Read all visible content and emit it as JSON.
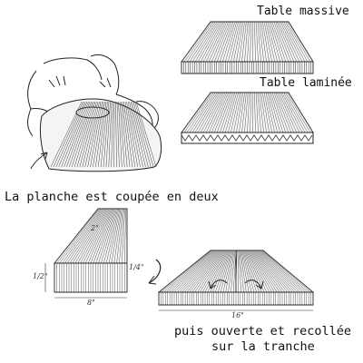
{
  "labels": {
    "table_massive": "Table massive",
    "table_laminee": "Table laminée",
    "planche_coupee": "La planche est coupée en deux",
    "ouverte_line1": "puis ouverte et recollée",
    "ouverte_line2": "sur la tranche"
  },
  "dimensions": {
    "width_left": "8\"",
    "height_left": "1/2\"",
    "height_mark": "1/4\"",
    "length_left": "2\"",
    "width_right": "16\""
  },
  "colors": {
    "ink": "#1a1a1a",
    "paper": "#ffffff"
  }
}
